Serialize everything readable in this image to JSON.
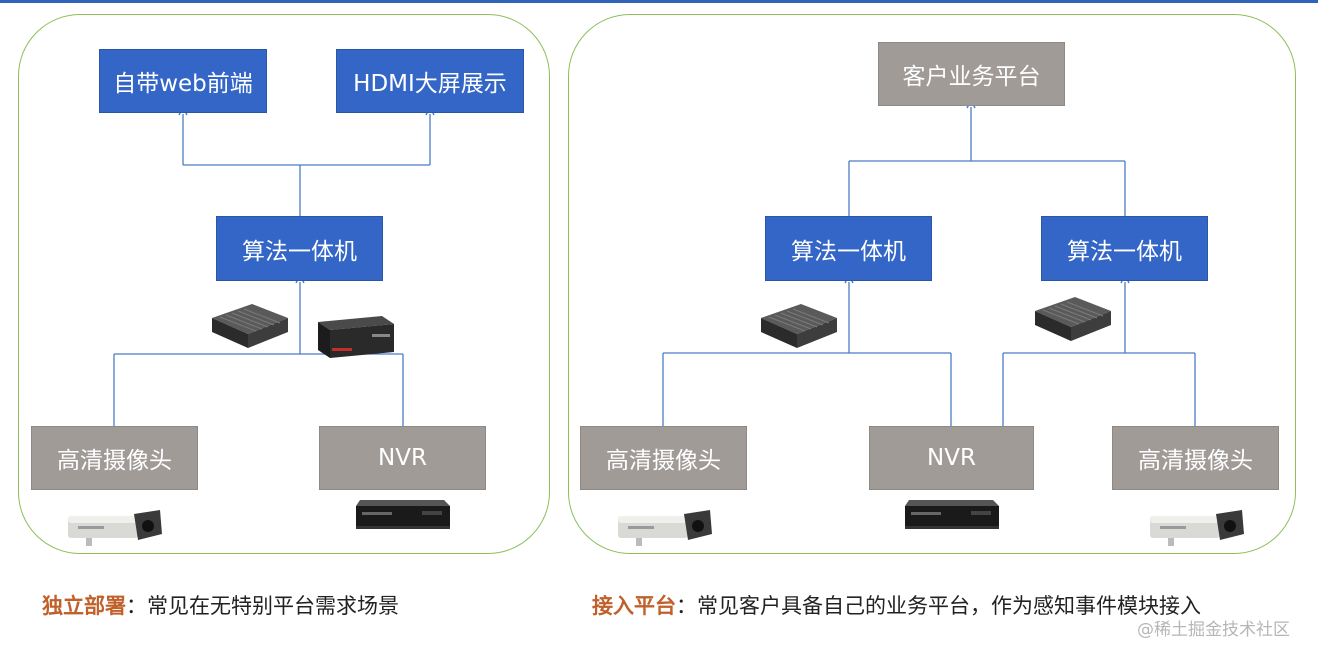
{
  "left": {
    "web_frontend": "自带web前端",
    "hdmi_screen": "HDMI大屏展示",
    "box": "算法一体机",
    "camera": "高清摄像头",
    "nvr": "NVR"
  },
  "right": {
    "platform": "客户业务平台",
    "box_a": "算法一体机",
    "box_b": "算法一体机",
    "camera_a": "高清摄像头",
    "nvr": "NVR",
    "camera_b": "高清摄像头"
  },
  "captions": {
    "left_key": "独立部署",
    "left_text": "：常见在无特别平台需求场景",
    "right_key": "接入平台",
    "right_text": "：常见客户具备自己的业务平台，作为感知事件模块接入"
  },
  "watermark": "@稀土掘金技术社区",
  "colors": {
    "blue_box": "#3366c6",
    "gray_box": "#a19b98",
    "panel_border": "#8cbf5a",
    "connector": "#4a7cc7",
    "caption_key": "#c0602a"
  }
}
